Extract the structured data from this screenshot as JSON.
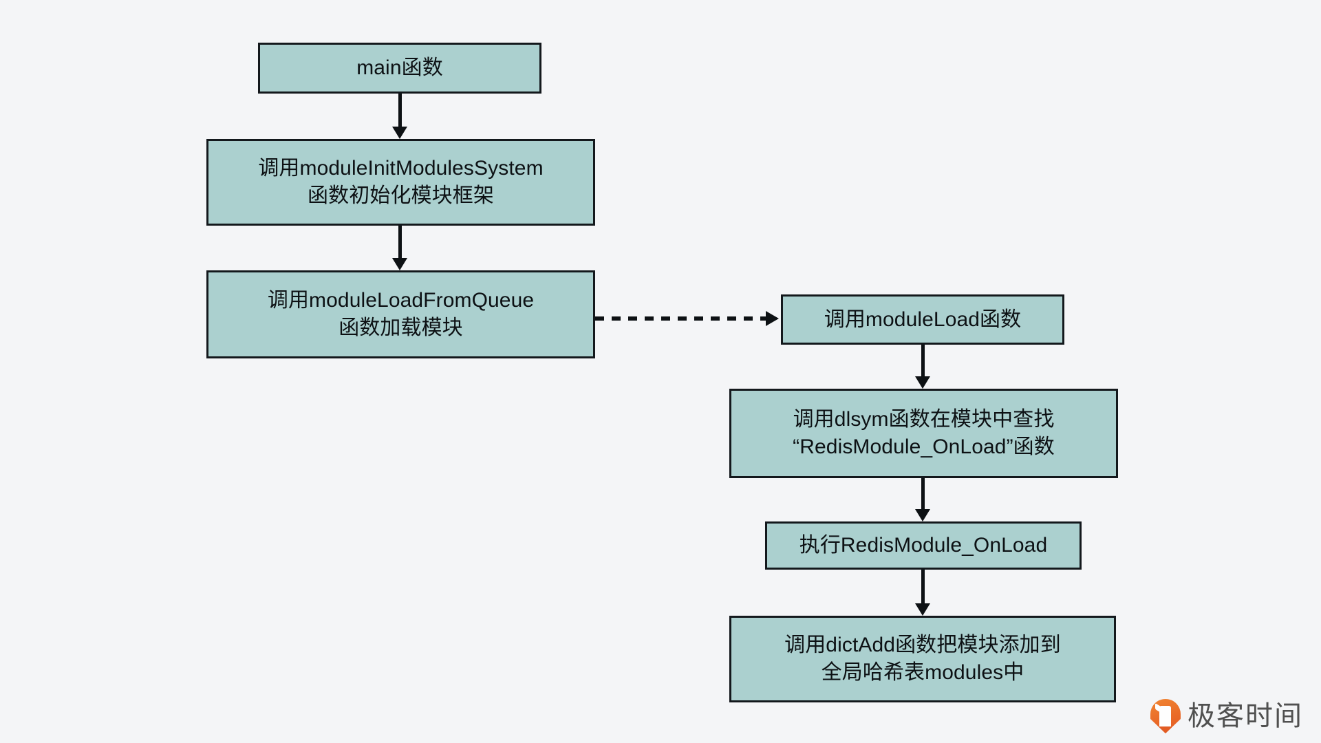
{
  "diagram": {
    "background_color": "#f4f5f7",
    "node_fill_color": "#abd0cf",
    "node_border_color": "#13181c",
    "nodes": [
      {
        "id": "main",
        "name": "main-function-node",
        "lines": [
          "main函数"
        ]
      },
      {
        "id": "init-system",
        "name": "module-init-modules-system-node",
        "lines": [
          "调用moduleInitModulesSystem",
          "函数初始化模块框架"
        ]
      },
      {
        "id": "load-queue",
        "name": "module-load-from-queue-node",
        "lines": [
          "调用moduleLoadFromQueue",
          "函数加载模块"
        ]
      },
      {
        "id": "module-load",
        "name": "module-load-node",
        "lines": [
          "调用moduleLoad函数"
        ]
      },
      {
        "id": "dlsym",
        "name": "dlsym-lookup-node",
        "lines": [
          "调用dlsym函数在模块中查找",
          "“RedisModule_OnLoad”函数"
        ]
      },
      {
        "id": "onload-exec",
        "name": "execute-onload-node",
        "lines": [
          "执行RedisModule_OnLoad"
        ]
      },
      {
        "id": "dict-add",
        "name": "dict-add-node",
        "lines": [
          "调用dictAdd函数把模块添加到",
          "全局哈希表modules中"
        ]
      }
    ],
    "edges": [
      {
        "id": "main-to-init",
        "from": "main",
        "to": "init-system",
        "style": "solid",
        "direction": "down"
      },
      {
        "id": "init-to-queue",
        "from": "init-system",
        "to": "load-queue",
        "style": "solid",
        "direction": "down"
      },
      {
        "id": "queue-to-load",
        "from": "load-queue",
        "to": "module-load",
        "style": "dashed",
        "direction": "right"
      },
      {
        "id": "load-to-dlsym",
        "from": "module-load",
        "to": "dlsym",
        "style": "solid",
        "direction": "down"
      },
      {
        "id": "dlsym-to-onload",
        "from": "dlsym",
        "to": "onload-exec",
        "style": "solid",
        "direction": "down"
      },
      {
        "id": "onload-to-dictadd",
        "from": "onload-exec",
        "to": "dict-add",
        "style": "solid",
        "direction": "down"
      }
    ]
  },
  "watermark": {
    "text": "极客时间",
    "logo_icon": "geektime-logo-icon",
    "logo_color": "#e9631f",
    "text_color": "#4a4a4a"
  }
}
